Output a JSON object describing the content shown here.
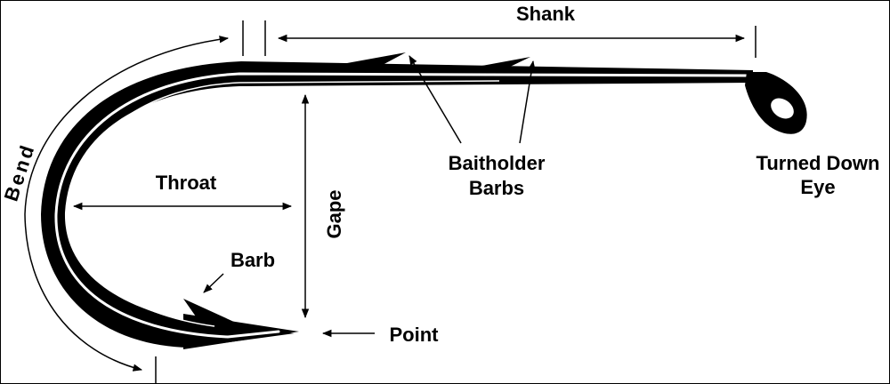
{
  "labels": {
    "shank": "Shank",
    "bend": "Bend",
    "throat": "Throat",
    "gape": "Gape",
    "barb": "Barb",
    "point": "Point",
    "baitholder_line1": "Baitholder",
    "baitholder_line2": "Barbs",
    "eye_line1": "Turned Down",
    "eye_line2": "Eye"
  },
  "colors": {
    "ink": "#000000",
    "paper": "#ffffff"
  }
}
